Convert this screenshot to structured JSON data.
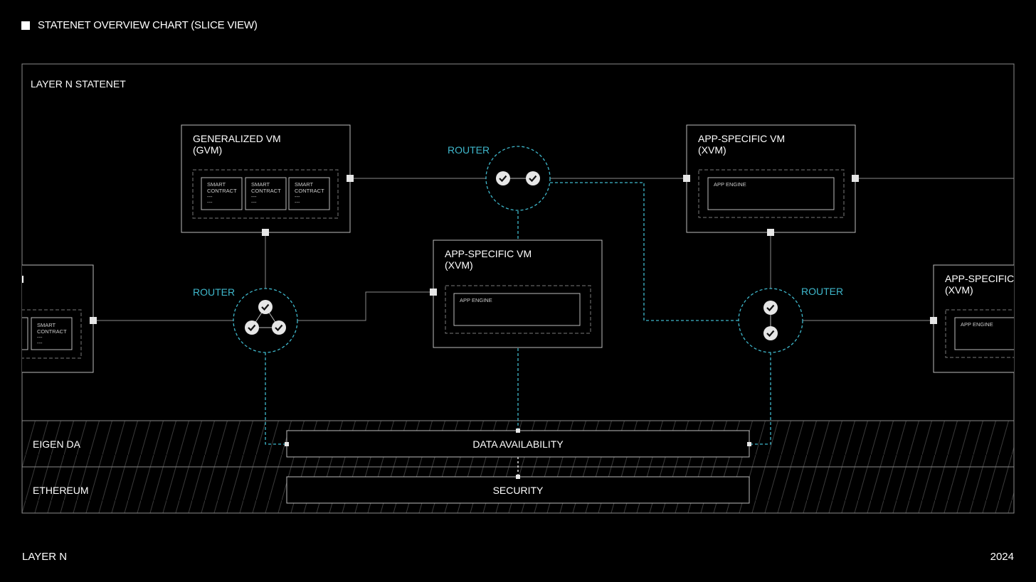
{
  "header": {
    "title": "STATENET OVERVIEW CHART (SLICE VIEW)"
  },
  "footer": {
    "left": "LAYER N",
    "right": "2024"
  },
  "diagram": {
    "container_label": "LAYER N STATENET",
    "gvm": {
      "title_line1": "GENERALIZED VM",
      "title_line2": "(GVM)",
      "contract_line1": "SMART",
      "contract_line2": "CONTRACT",
      "contract_dash": "---"
    },
    "xvm": {
      "title_line1": "APP-SPECIFIC VM",
      "title_line2": "(XVM)",
      "engine_label": "APP ENGINE"
    },
    "xvm_partial_title": "APP-SPECIFIC",
    "router_label": "ROUTER",
    "eigen": {
      "layer_label": "EIGEN DA",
      "box_label": "DATA AVAILABILITY"
    },
    "ethereum": {
      "layer_label": "ETHEREUM",
      "box_label": "SECURITY"
    },
    "colors": {
      "accent": "#3fb8cc",
      "line": "#8a8a8a",
      "box_border": "#bdbdbd"
    }
  }
}
